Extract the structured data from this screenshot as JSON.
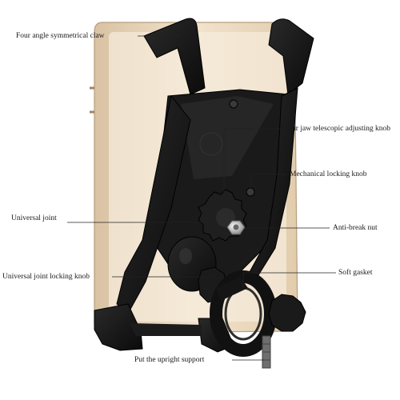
{
  "labels": {
    "claw": "Four angle symmetrical claw",
    "telescopic_knob": "Four jaw telescopic adjusting knob",
    "mech_knob": "Mechanical locking knob",
    "universal_joint": "Universal joint",
    "anti_break_nut": "Anti-break nut",
    "joint_locking_knob": "Universal joint locking knob",
    "soft_gasket": "Soft gasket",
    "upright_support": "Put the upright support"
  },
  "colors": {
    "holder": "#151515",
    "phone_frame": "#e9d7bd",
    "phone_screen": "#f5ecdf",
    "leader_line": "#222222"
  }
}
